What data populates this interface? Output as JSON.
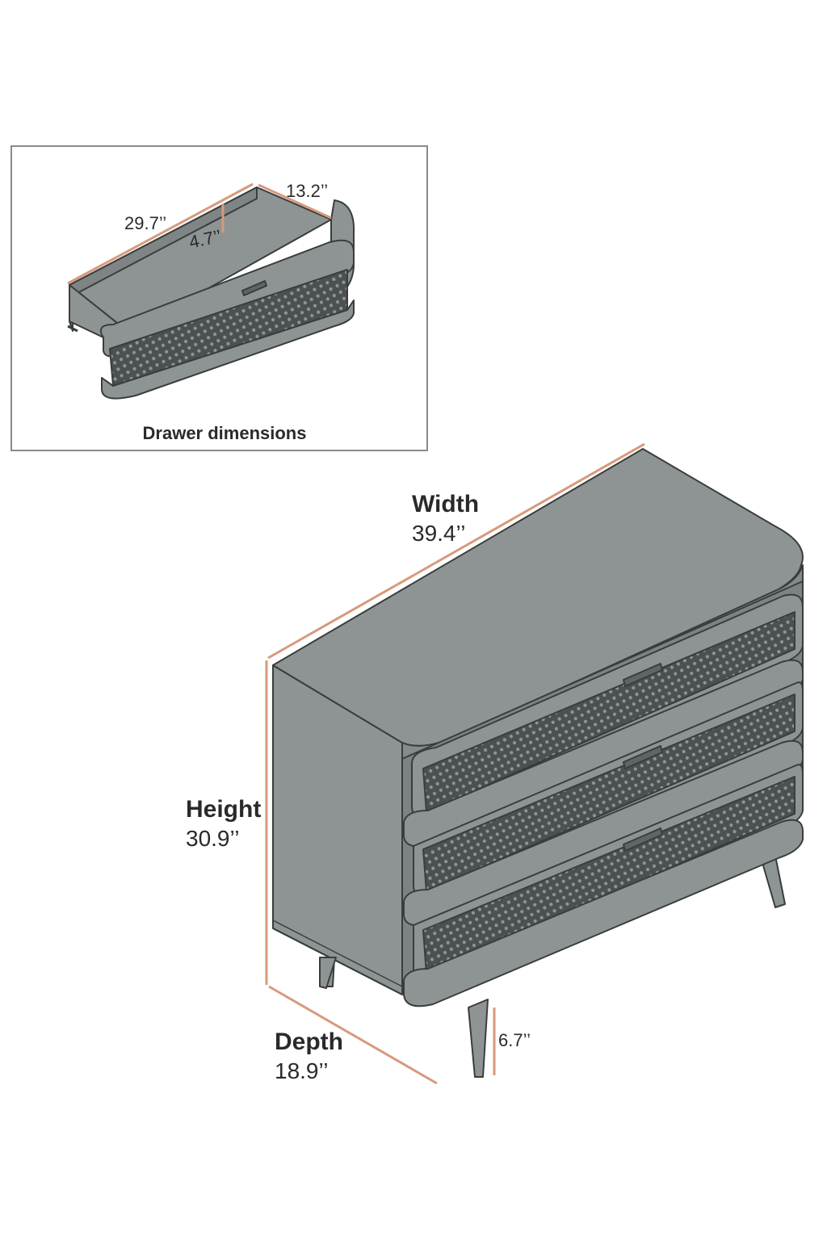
{
  "inset": {
    "caption": "Drawer dimensions",
    "length": "29.7’’",
    "height": "4.7’’",
    "depth": "13.2’’"
  },
  "dresser": {
    "width_label": "Width",
    "width_value": "39.4’’",
    "height_label": "Height",
    "height_value": "30.9’’",
    "depth_label": "Depth",
    "depth_value": "18.9’’",
    "leg_value": "6.7’’"
  },
  "colors": {
    "body": "#8e9494",
    "body_dark": "#5f6464",
    "rattan": "#4c5050",
    "outline": "#3a3d3d",
    "dimension_line": "#d79a7c",
    "frame": "#8a8a8a"
  }
}
